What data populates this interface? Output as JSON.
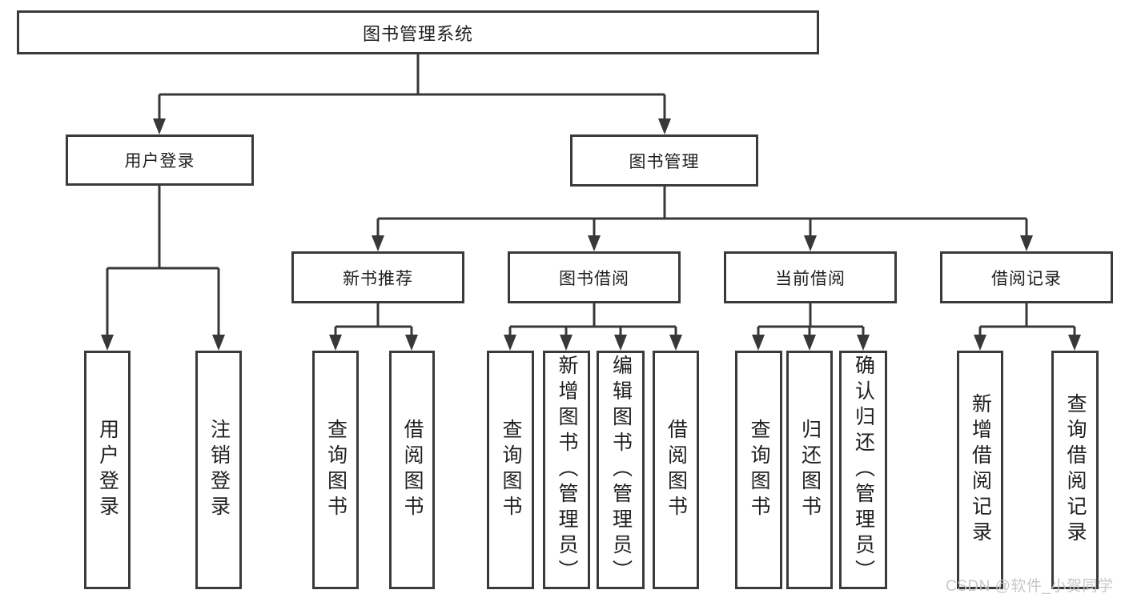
{
  "tree": {
    "label": "图书管理系统",
    "children": [
      {
        "label": "用户登录",
        "children": [
          "用户登录",
          "注销登录"
        ]
      },
      {
        "label": "图书管理",
        "children": [
          {
            "label": "新书推荐",
            "children": [
              "查询图书",
              "借阅图书"
            ]
          },
          {
            "label": "图书借阅",
            "children": [
              "查询图书",
              "新增图书（管理员）",
              "编辑图书（管理员）",
              "借阅图书"
            ]
          },
          {
            "label": "当前借阅",
            "children": [
              "查询图书",
              "归还图书",
              "确认归还（管理员）"
            ]
          },
          {
            "label": "借阅记录",
            "children": [
              "新增借阅记录",
              "查询借阅记录"
            ]
          }
        ]
      }
    ]
  },
  "watermark": "CSDN @软件_小贺同学",
  "colors": {
    "line": "#383838",
    "box_border": "#3a3a3a",
    "text": "#1f1f1f",
    "watermark": "#c4c4c9",
    "background": "#ffffff"
  }
}
